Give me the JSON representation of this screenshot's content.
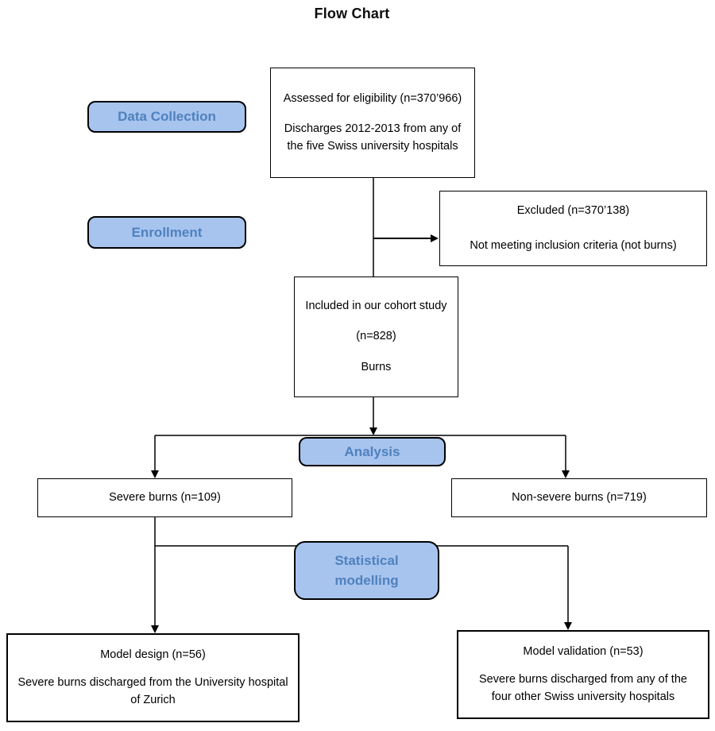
{
  "title": "Flow Chart",
  "colors": {
    "stage_fill": "#A7C4EF",
    "stage_text": "#4F81BD",
    "line_color": "#000000"
  },
  "stages": {
    "data_collection": "Data Collection",
    "enrollment": "Enrollment",
    "analysis": "Analysis",
    "statistical_modelling": "Statistical modelling"
  },
  "boxes": {
    "eligibility": {
      "line1": "Assessed for eligibility (n=370’966)",
      "body": "Discharges 2012-2013 from any of the five Swiss university hospitals"
    },
    "excluded": {
      "line1": "Excluded (n=370’138)",
      "body": "Not meeting inclusion criteria (not burns)"
    },
    "cohort": {
      "line1": "Included in our cohort study",
      "line2": "(n=828)",
      "line3": "Burns"
    },
    "severe": {
      "label": "Severe burns (n=109)"
    },
    "non_severe": {
      "label": "Non-severe burns (n=719)"
    },
    "model_design": {
      "line1": "Model design (n=56)",
      "body": "Severe burns discharged from the University hospital of Zurich"
    },
    "model_validation": {
      "line1": "Model validation (n=53)",
      "body": "Severe burns discharged from any of the four other Swiss university hospitals"
    }
  }
}
